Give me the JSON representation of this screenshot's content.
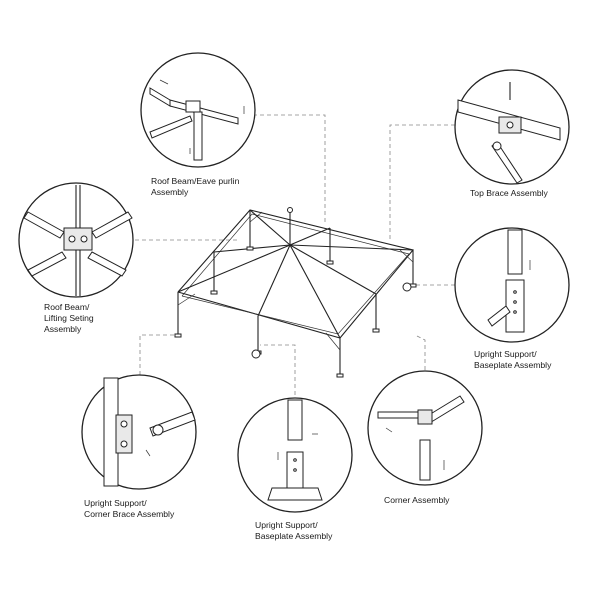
{
  "labels": {
    "roof_beam_eave": [
      "Roof Beam/Eave purlin",
      "Assembly"
    ],
    "top_brace": [
      "Top Brace Assembly"
    ],
    "roof_beam_lifting": [
      "Roof Beam/",
      "Lifting Seting",
      "Assembly"
    ],
    "upright_baseplate_right": [
      "Upright Support/",
      "Baseplate Assembly"
    ],
    "upright_corner_brace": [
      "Upright Support/",
      "Corner Brace Assembly"
    ],
    "upright_baseplate_center": [
      "Upright Support/",
      "Baseplate Assembly"
    ],
    "corner_assembly": [
      "Corner Assembly"
    ]
  }
}
